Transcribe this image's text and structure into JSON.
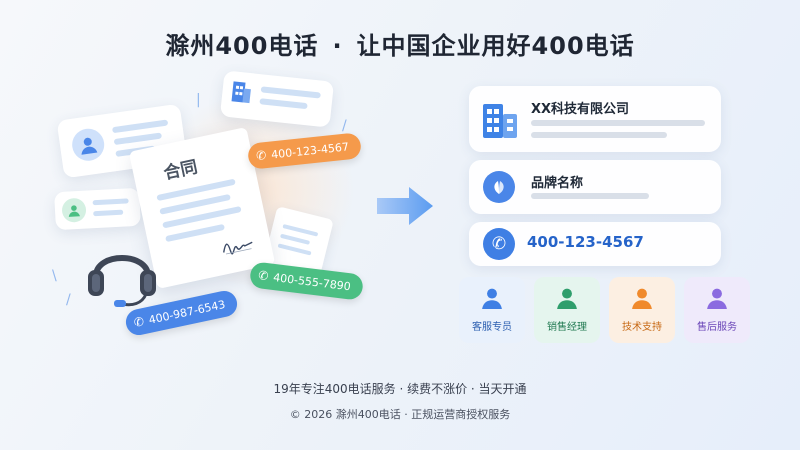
{
  "header": {
    "title_left": "滁州400电话",
    "title_sep": "·",
    "title_right": "让中国企业用好400电话"
  },
  "illustration": {
    "contract_label": "合同",
    "phone_pills": [
      "400-123-4567",
      "400-555-7890",
      "400-987-6543"
    ],
    "icons": [
      "headset-icon",
      "building-icon",
      "user-icon",
      "signature-icon",
      "phone-icon"
    ]
  },
  "info_cards": {
    "company_name": "XX科技有限公司",
    "brand_name": "品牌名称",
    "phone_number": "400-123-4567"
  },
  "roles": [
    "客服专员",
    "销售经理",
    "技术支持",
    "售后服务"
  ],
  "footer": {
    "line1": "19年专注400电话服务 · 续费不涨价 · 当天开通",
    "line2": "© 2026 滁州400电话 · 正规运营商授权服务"
  },
  "colors": {
    "accent_blue": "#4a86e8",
    "orange": "#f59a4b",
    "green": "#4bbf83",
    "purple": "#8b6be0"
  }
}
